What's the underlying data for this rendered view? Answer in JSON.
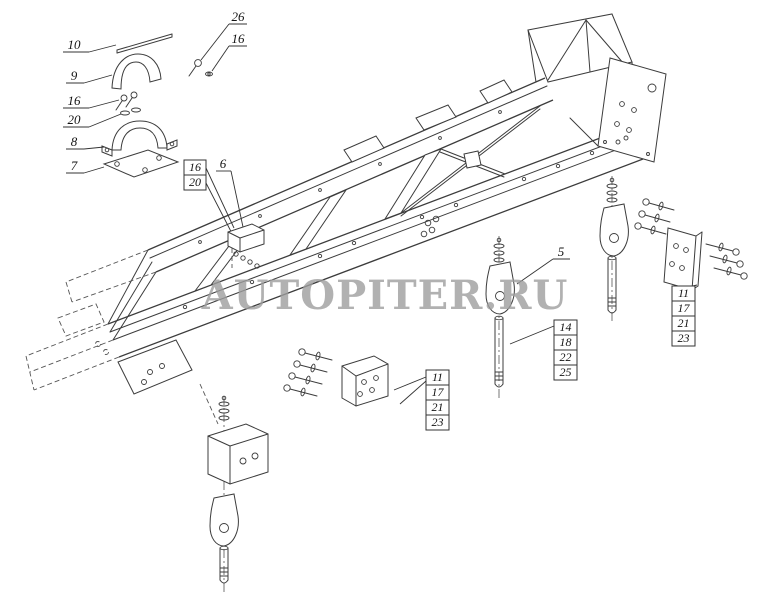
{
  "watermark": "AUTOPITER.RU",
  "callouts": {
    "c10": "10",
    "c9": "9",
    "c16a": "16",
    "c20a": "20",
    "c8": "8",
    "c7": "7",
    "c26": "26",
    "c16b": "16",
    "c16c": "16",
    "c20b": "20",
    "c6": "6",
    "c5": "5"
  },
  "label_tables": {
    "right": [
      "11",
      "17",
      "21",
      "23"
    ],
    "center": [
      "14",
      "18",
      "22",
      "25"
    ],
    "bottom": [
      "11",
      "17",
      "21",
      "23"
    ]
  }
}
